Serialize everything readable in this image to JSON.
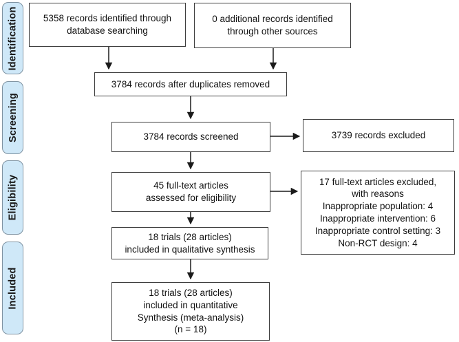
{
  "figure": {
    "type": "prisma-flow-diagram"
  },
  "stages": [
    {
      "label": "Identification"
    },
    {
      "label": "Screening"
    },
    {
      "label": "Eligibility"
    },
    {
      "label": "Included"
    }
  ],
  "boxes": {
    "identified_database": "5358 records identified through\ndatabase searching",
    "identified_other": "0 additional records identified\nthrough other sources",
    "after_duplicates": "3784 records after duplicates removed",
    "screened": "3784 records screened",
    "records_excluded": "3739 records excluded",
    "fulltext_assessed": "45 full-text articles\nassessed for eligibility",
    "fulltext_excluded": "17 full-text articles excluded,\nwith reasons\nInappropriate population: 4\nInappropriate intervention: 6\nInappropriate control setting: 3\nNon-RCT design: 4",
    "qualitative": "18 trials (28 articles)\nincluded in qualitative synthesis",
    "quantitative": "18 trials (28 articles)\nincluded in quantitative\nSynthesis (meta-analysis)\n(n = 18)"
  },
  "counts": {
    "records_identified_database": 5358,
    "records_identified_other": 0,
    "records_after_duplicates": 3784,
    "records_screened": 3784,
    "records_excluded": 3739,
    "fulltext_assessed": 45,
    "fulltext_excluded": 17,
    "excluded_inappropriate_population": 4,
    "excluded_inappropriate_intervention": 6,
    "excluded_inappropriate_control_setting": 3,
    "excluded_non_rct_design": 4,
    "trials_included": 18,
    "articles_included": 28
  },
  "colors": {
    "stage_fill": "#cfe8f8",
    "stage_border": "#7f93a2",
    "box_border": "#3d3d3d",
    "arrow": "#1a1a1a",
    "background": "#ffffff"
  }
}
